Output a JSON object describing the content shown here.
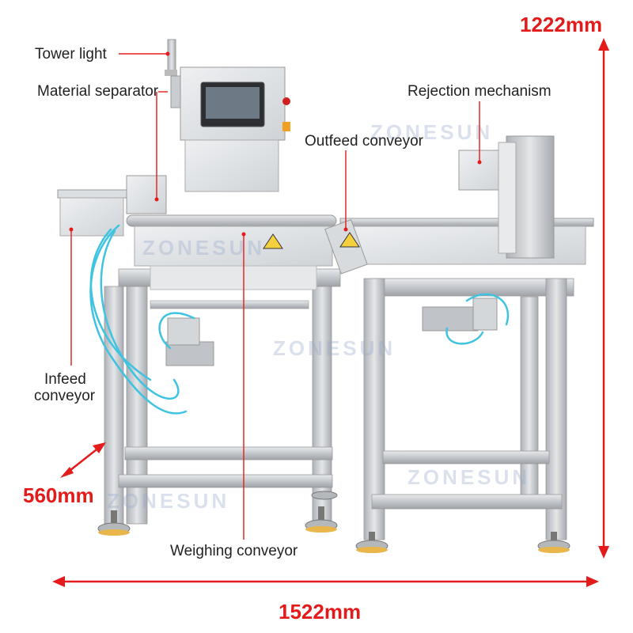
{
  "labels": {
    "tower_light": "Tower light",
    "material_separator": "Material separator",
    "rejection_mechanism": "Rejection mechanism",
    "outfeed_conveyor": "Outfeed conveyor",
    "infeed_conveyor_line1": "Infeed",
    "infeed_conveyor_line2": "conveyor",
    "weighing_conveyor": "Weighing conveyor"
  },
  "dimensions": {
    "height": "1222mm",
    "depth": "560mm",
    "width": "1522mm"
  },
  "watermark": "ZONESUN",
  "colors": {
    "dimension_red": "#e31b1b",
    "steel": "#c9ccd0",
    "hose_blue": "#3ec3e0"
  }
}
